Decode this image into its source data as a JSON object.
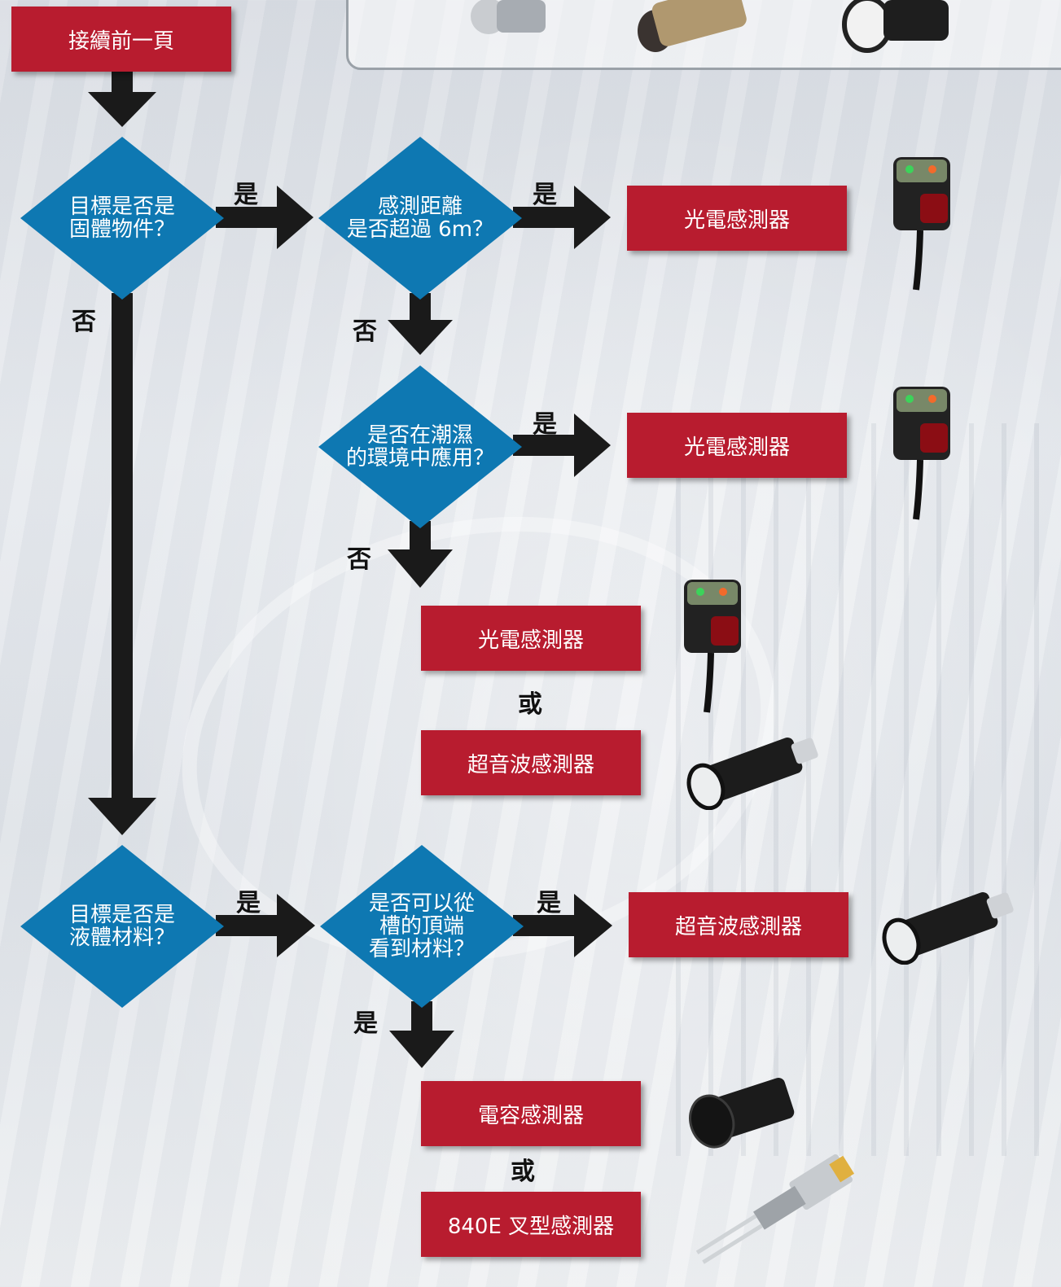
{
  "start": {
    "label": "接續前一頁"
  },
  "decisions": {
    "solid": {
      "line1": "目標是否是",
      "line2": "固體物件？"
    },
    "distance": {
      "line1": "感測距離",
      "line2": "是否超過 6m？"
    },
    "humid": {
      "line1": "是否在潮濕",
      "line2": "的環境中應用？"
    },
    "liquid": {
      "line1": "目標是否是",
      "line2": "液體材料？"
    },
    "tank": {
      "line1": "是否可以從",
      "line2": "槽的頂端",
      "line3": "看到材料？"
    }
  },
  "answers": {
    "yes": "是",
    "no": "否",
    "or": "或"
  },
  "results": {
    "photo1": "光電感測器",
    "photo2": "光電感測器",
    "photo3": "光電感測器",
    "ultra1": "超音波感測器",
    "ultra2": "超音波感測器",
    "cap": "電容感測器",
    "fork": "840E 叉型感測器"
  },
  "colors": {
    "decision": "#0e78b2",
    "result": "#b81c2f",
    "arrow": "#1a1a1a"
  }
}
